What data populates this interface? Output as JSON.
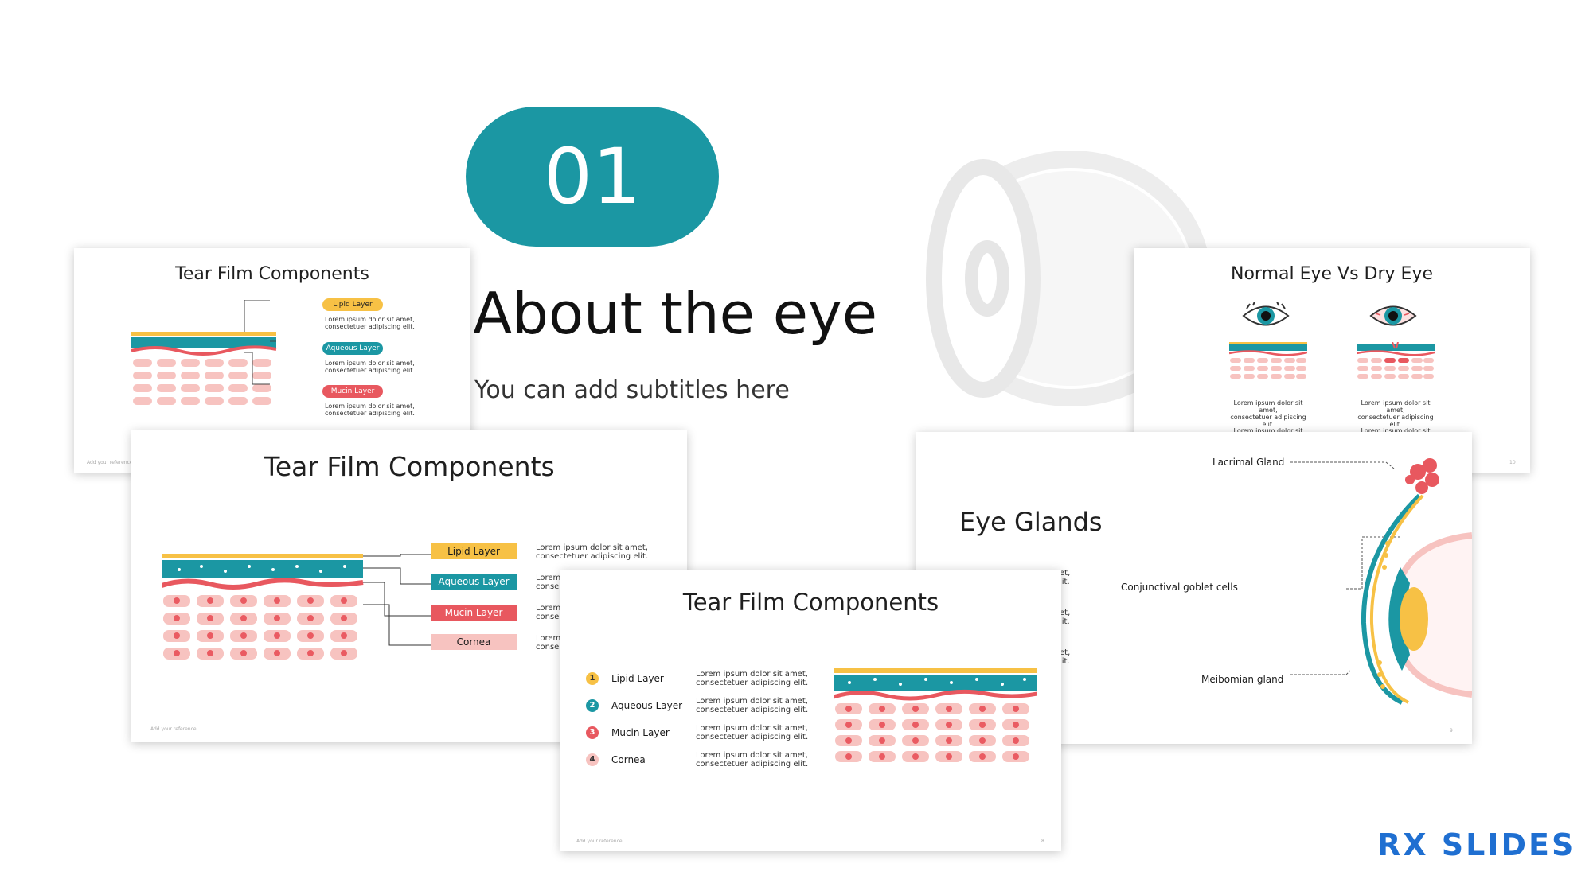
{
  "hero": {
    "number": "01",
    "title": "About the eye",
    "subtitle": "You can add subtitles here"
  },
  "slide_tf_small": {
    "title": "Tear Film Components",
    "labels": [
      "Lipid Layer",
      "Aqueous Layer",
      "Mucin Layer"
    ],
    "desc1": "Lorem ipsum dolor sit amet,",
    "desc2": "consectetuer adipiscing elit.",
    "footer": "Add your reference"
  },
  "slide_tf_mid": {
    "title": "Tear Film Components",
    "labels": [
      "Lipid Layer",
      "Aqueous Layer",
      "Mucin Layer",
      "Cornea"
    ],
    "desc1": "Lorem ipsum dolor sit amet,",
    "desc2": "consectetuer adipiscing elit.",
    "cut1": "Lorem",
    "cut2": "conse",
    "footer": "Add your reference"
  },
  "slide_tf_front": {
    "title": "Tear Film Components",
    "items": [
      {
        "n": "1",
        "label": "Lipid Layer"
      },
      {
        "n": "2",
        "label": "Aqueous Layer"
      },
      {
        "n": "3",
        "label": "Mucin Layer"
      },
      {
        "n": "4",
        "label": "Cornea"
      }
    ],
    "desc1": "Lorem ipsum dolor sit amet,",
    "desc2": "consectetuer adipiscing elit.",
    "footer": "Add your reference",
    "page": "8"
  },
  "slide_normal_dry": {
    "title": "Normal Eye Vs Dry Eye",
    "desc1": "Lorem ipsum dolor sit amet,",
    "desc2": "consectetuer adipiscing elit.",
    "page": "10"
  },
  "slide_glands": {
    "title": "Eye Glands",
    "lacrimal": "Lacrimal Gland",
    "goblet": "Conjunctival goblet cells",
    "meibomian": "Meibomian gland",
    "text_frag1": "et,",
    "text_frag2": "lit.",
    "page": "9"
  },
  "brand": {
    "logo": "RX SLIDES"
  },
  "colors": {
    "teal": "#1b97a3",
    "yellow": "#f7c145",
    "red": "#e8585f",
    "pink": "#f7c3c0",
    "brand_blue": "#1f6fd1"
  }
}
